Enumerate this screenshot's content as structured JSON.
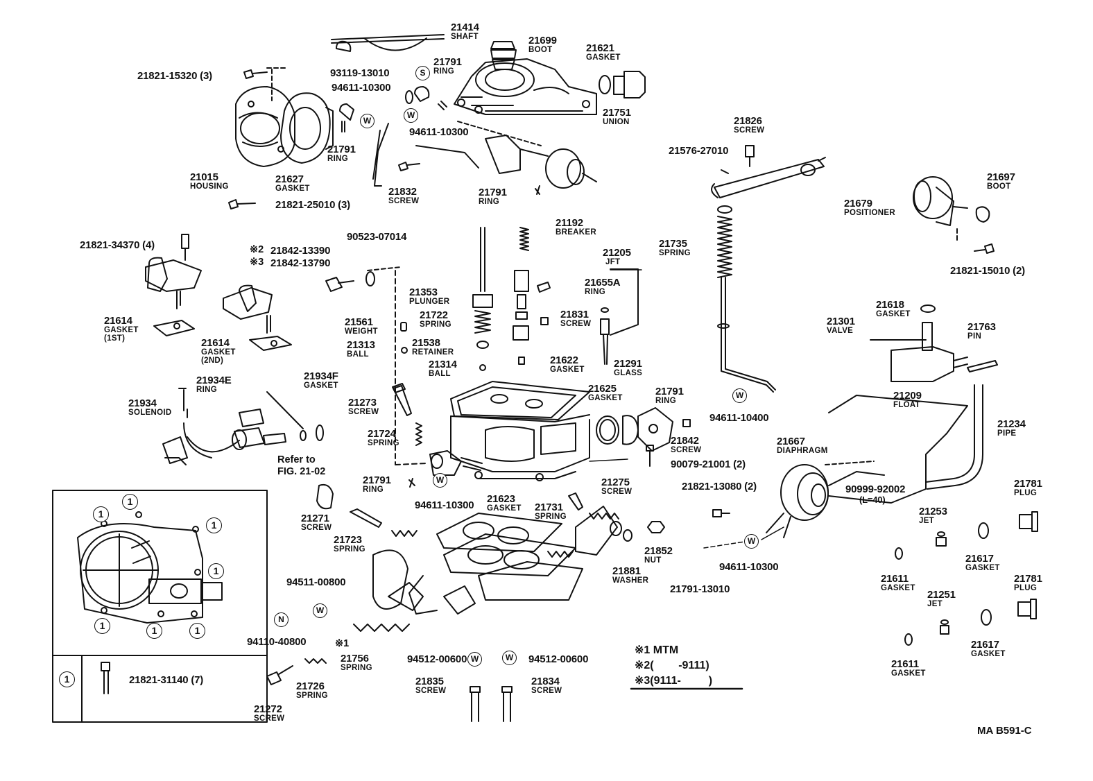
{
  "parts": [
    {
      "num": "21414",
      "name": "SHAFT"
    },
    {
      "num": "21699",
      "name": "BOOT"
    },
    {
      "num": "21621",
      "name": "GASKET"
    },
    {
      "num": "21821-15320 (3)",
      "name": ""
    },
    {
      "num": "93119-13010",
      "name": ""
    },
    {
      "num": "21791",
      "name": "RING"
    },
    {
      "num": "94611-10300",
      "name": ""
    },
    {
      "num": "21751",
      "name": "UNION"
    },
    {
      "num": "94611-10300",
      "name": ""
    },
    {
      "num": "21791",
      "name": "RING"
    },
    {
      "num": "21015",
      "name": "HOUSING"
    },
    {
      "num": "21627",
      "name": "GASKET"
    },
    {
      "num": "21826",
      "name": "SCREW"
    },
    {
      "num": "21576-27010",
      "name": ""
    },
    {
      "num": "21832",
      "name": "SCREW"
    },
    {
      "num": "21791",
      "name": "RING"
    },
    {
      "num": "21821-25010 (3)",
      "name": ""
    },
    {
      "num": "21192",
      "name": "BREAKER"
    },
    {
      "num": "21697",
      "name": "BOOT"
    },
    {
      "num": "21679",
      "name": "POSITIONER"
    },
    {
      "num": "21821-34370 (4)",
      "name": ""
    },
    {
      "num": "90523-07014",
      "name": ""
    },
    {
      "num": "21842-13390",
      "name": ""
    },
    {
      "num": "21842-13790",
      "name": ""
    },
    {
      "num": "21735",
      "name": "SPRING"
    },
    {
      "num": "21205",
      "name": "JFT"
    },
    {
      "num": "21655A",
      "name": "RING"
    },
    {
      "num": "21821-15010 (2)",
      "name": ""
    },
    {
      "num": "21353",
      "name": "PLUNGER"
    },
    {
      "num": "21722",
      "name": "SPRING"
    },
    {
      "num": "21831",
      "name": "SCREW"
    },
    {
      "num": "21618",
      "name": "GASKET"
    },
    {
      "num": "21301",
      "name": "VALVE"
    },
    {
      "num": "21763",
      "name": "PIN"
    },
    {
      "num": "21614",
      "name": "GASKET"
    },
    {
      "num": "21561",
      "name": "WEIGHT"
    },
    {
      "num": "21313",
      "name": "BALL"
    },
    {
      "num": "21538",
      "name": "RETAINER"
    },
    {
      "num": "21314",
      "name": "BALL"
    },
    {
      "num": "21614",
      "name": "GASKET"
    },
    {
      "num": "21622",
      "name": "GASKET"
    },
    {
      "num": "21291",
      "name": "GLASS"
    },
    {
      "num": "21934E",
      "name": "RING"
    },
    {
      "num": "21934F",
      "name": "GASKET"
    },
    {
      "num": "21934",
      "name": "SOLENOID"
    },
    {
      "num": "21273",
      "name": "SCREW"
    },
    {
      "num": "21625",
      "name": "GASKET"
    },
    {
      "num": "21791",
      "name": "RING"
    },
    {
      "num": "94611-10400",
      "name": ""
    },
    {
      "num": "21209",
      "name": "FLOAT"
    },
    {
      "num": "21234",
      "name": "PIPE"
    },
    {
      "num": "21724",
      "name": "SPRING"
    },
    {
      "num": "21842",
      "name": "SCREW"
    },
    {
      "num": "21667",
      "name": "DIAPHRAGM"
    },
    {
      "num": "90079-21001 (2)",
      "name": ""
    },
    {
      "num": "21791",
      "name": "RING"
    },
    {
      "num": "94611-10300",
      "name": ""
    },
    {
      "num": "21275",
      "name": "SCREW"
    },
    {
      "num": "21821-13080 (2)",
      "name": ""
    },
    {
      "num": "90999-92002",
      "name": ""
    },
    {
      "num": "21781",
      "name": "PLUG"
    },
    {
      "num": "21623",
      "name": "GASKET"
    },
    {
      "num": "21731",
      "name": "SPRING"
    },
    {
      "num": "21253",
      "name": "JET"
    },
    {
      "num": "21271",
      "name": "SCREW"
    },
    {
      "num": "21852",
      "name": "NUT"
    },
    {
      "num": "21723",
      "name": "SPRING"
    },
    {
      "num": "21881",
      "name": "WASHER"
    },
    {
      "num": "94611-10300",
      "name": ""
    },
    {
      "num": "21617",
      "name": "GASKET"
    },
    {
      "num": "21611",
      "name": "GASKET"
    },
    {
      "num": "21781",
      "name": "PLUG"
    },
    {
      "num": "94511-00800",
      "name": ""
    },
    {
      "num": "21791-13010",
      "name": ""
    },
    {
      "num": "21251",
      "name": "JET"
    },
    {
      "num": "94110-40800",
      "name": ""
    },
    {
      "num": "21756",
      "name": "SPRING"
    },
    {
      "num": "94512-00600",
      "name": ""
    },
    {
      "num": "94512-00600",
      "name": ""
    },
    {
      "num": "21617",
      "name": "GASKET"
    },
    {
      "num": "21611",
      "name": "GASKET"
    },
    {
      "num": "21726",
      "name": "SPRING"
    },
    {
      "num": "21835",
      "name": "SCREW"
    },
    {
      "num": "21834",
      "name": "SCREW"
    },
    {
      "num": "21272",
      "name": "SCREW"
    },
    {
      "num": "21821-31140 (7)",
      "name": ""
    }
  ],
  "extra_text": {
    "pipe_length": "(L=40)",
    "ref_line1": "Refer to",
    "ref_line2": "FIG. 21-02",
    "mark1": "※2",
    "mark2": "※3",
    "mark3": "※1",
    "symbol_s": "S",
    "symbol_w": "W",
    "symbol_n": "N",
    "inset_key": "1"
  },
  "notes": [
    "※1 MTM",
    "※2(        -9111)",
    "※3(9111-         )"
  ],
  "diagram_id": "MA B591-C"
}
